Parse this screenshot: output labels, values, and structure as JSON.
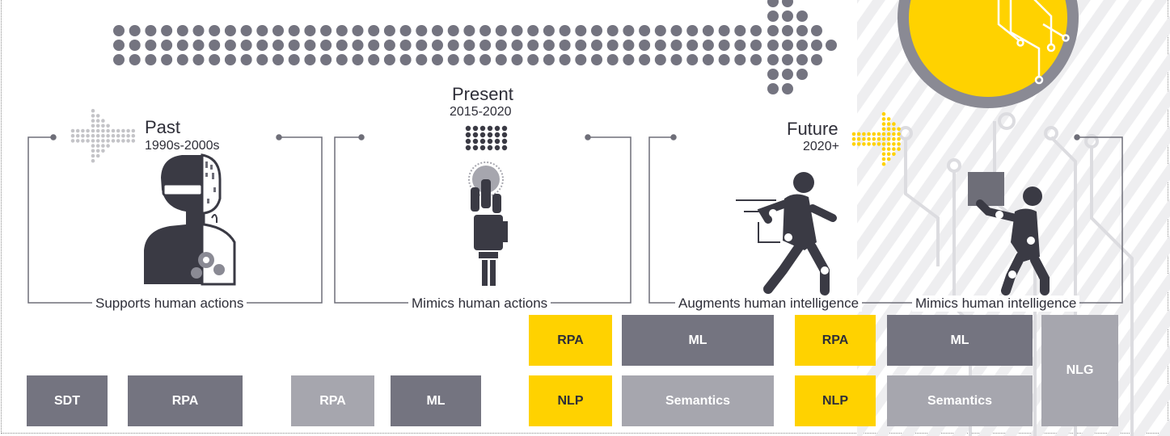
{
  "colors": {
    "accent_yellow": "#ffd200",
    "dark_gray": "#747480",
    "light_gray": "#a6a6ae",
    "text": "#2e2e38",
    "dot_light": "#c4c4c8"
  },
  "eras": {
    "past": {
      "name": "Past",
      "range": "1990s-2000s"
    },
    "present": {
      "name": "Present",
      "range": "2015-2020"
    },
    "future": {
      "name": "Future",
      "range": "2020+"
    }
  },
  "panels": [
    {
      "label": "Supports human actions",
      "icon": "human-machine-head-icon"
    },
    {
      "label": "Mimics human actions",
      "icon": "robotic-hand-icon"
    },
    {
      "label": "Augments human intelligence",
      "icon": "walking-robot-icon"
    },
    {
      "label": "Mimics human intelligence",
      "icon": "robot-carrying-box-icon"
    }
  ],
  "tech": {
    "past": [
      "SDT",
      "RPA"
    ],
    "present": [
      "RPA",
      "ML"
    ],
    "augments": [
      "RPA",
      "ML",
      "NLP",
      "Semantics"
    ],
    "mimics_intel": [
      "RPA",
      "ML",
      "NLP",
      "Semantics",
      "NLG"
    ]
  }
}
